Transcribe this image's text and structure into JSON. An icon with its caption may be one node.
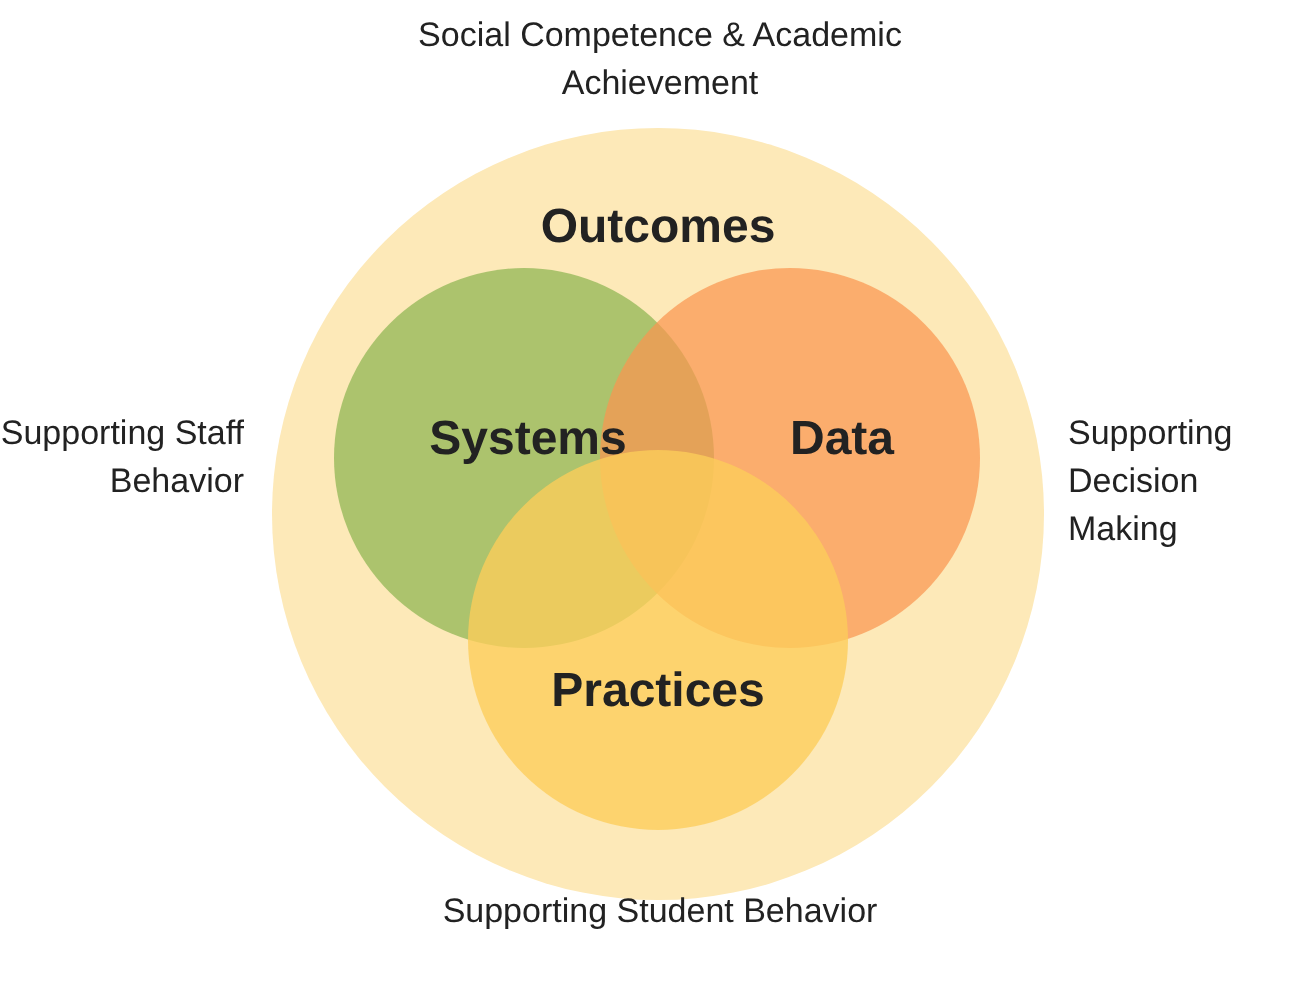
{
  "diagram": {
    "nodes": [
      {
        "text": [
          "Outcomes"
        ]
      },
      {
        "text": [
          "Systems"
        ],
        "in": 0
      },
      {
        "text": [
          "Data"
        ],
        "in": 0
      },
      {
        "text": [
          "Practices"
        ],
        "in": 0
      }
    ],
    "labels": [
      "Social Competence & Academic Achievement",
      "Supporting Staff Behavior",
      "Supporting Decision Making",
      "Supporting Student Behavior"
    ]
  }
}
